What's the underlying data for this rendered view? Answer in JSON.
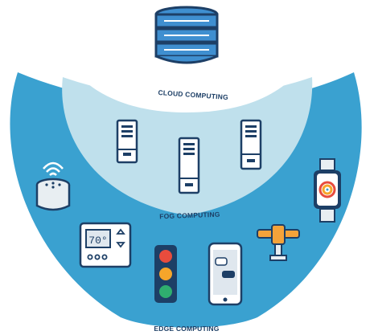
{
  "diagram": {
    "layers": {
      "cloud": {
        "label": "CLOUD COMPUTING"
      },
      "fog": {
        "label": "FOG COMPUTING"
      },
      "edge": {
        "label": "EDGE COMPUTING"
      }
    },
    "devices": {
      "thermostat": {
        "display": "70°"
      }
    },
    "colors": {
      "edge_layer": "#3aa1d0",
      "fog_layer": "#bfe0ec",
      "cloud_bg": "#ffffff",
      "label_text": "#1d3f66",
      "outline": "#1d3f66",
      "database": "#3f8fd0",
      "traffic_red": "#e84c3d",
      "traffic_amber": "#f6a52a",
      "traffic_green": "#2fae6f",
      "valve_orange": "#f4a33a"
    },
    "icons": [
      "database-icon",
      "server-icon",
      "smart-speaker-icon",
      "smartwatch-icon",
      "thermostat-icon",
      "traffic-light-icon",
      "smartphone-icon",
      "valve-icon"
    ]
  }
}
